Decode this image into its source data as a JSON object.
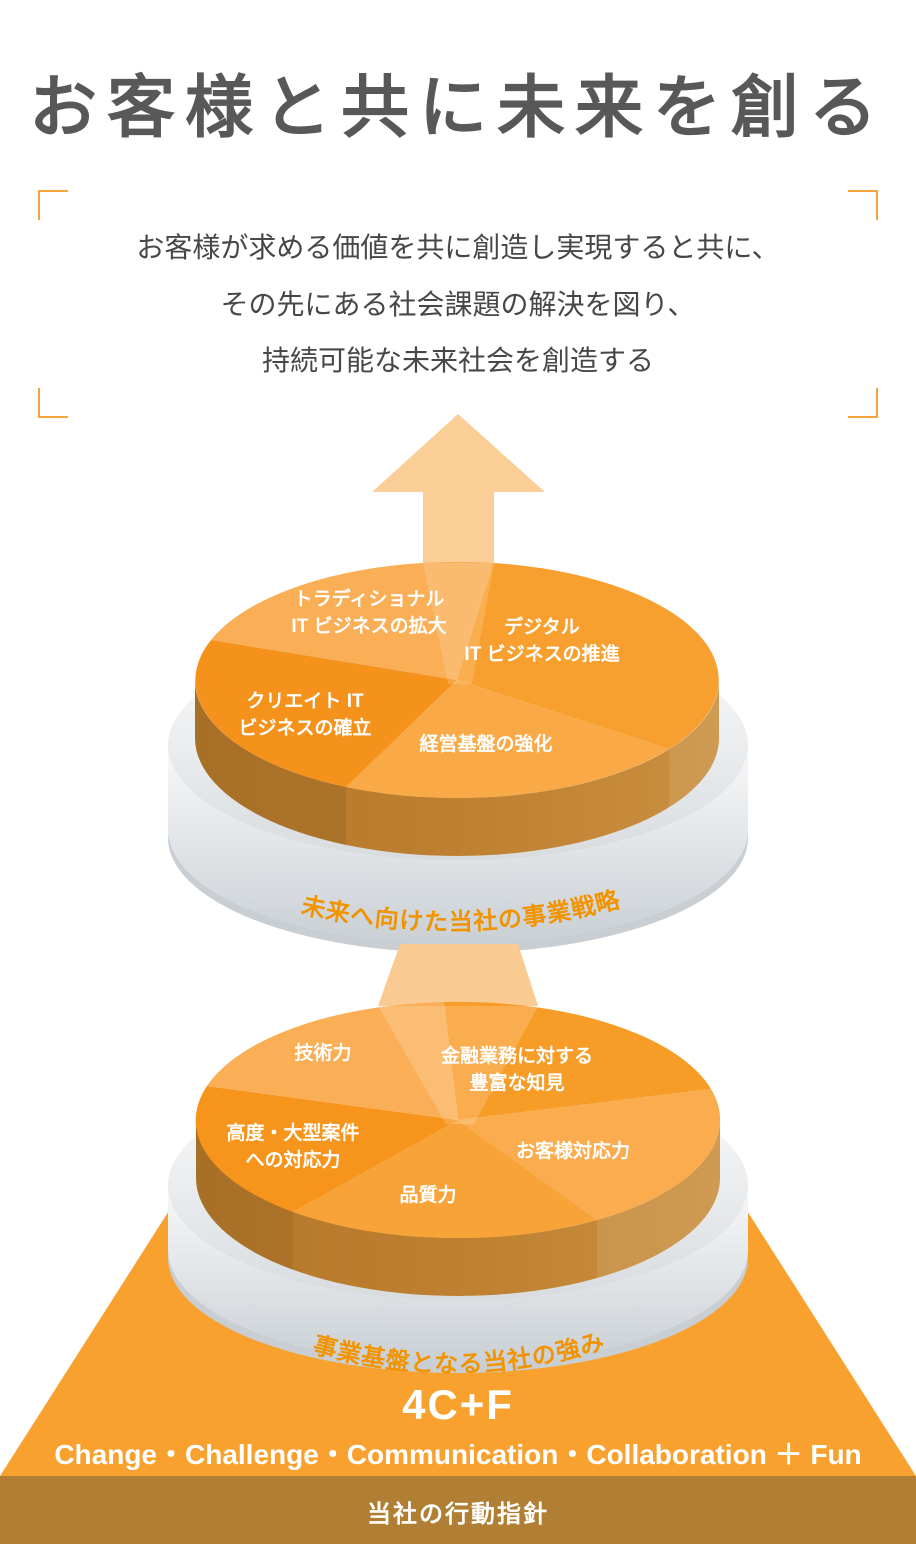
{
  "title": "お客様と共に未来を創る",
  "vision": {
    "lines": [
      "お客様が求める価値を共に創造し実現すると共に、",
      "その先にある社会課題の解決を図り、",
      "持続可能な未来社会を創造する"
    ]
  },
  "strategy": {
    "caption": "未来へ向けた当社の事業戦略",
    "segments": [
      {
        "name": "traditional-it",
        "label": "トラディショナル\nIT ビジネスの拡大",
        "color": "#FAAE55"
      },
      {
        "name": "digital-it",
        "label": "デジタル\nIT ビジネスの推進",
        "color": "#F8A02F"
      },
      {
        "name": "create-it",
        "label": "クリエイト IT\nビジネスの確立",
        "color": "#F5921C"
      },
      {
        "name": "management-base",
        "label": "経営基盤の強化",
        "color": "#F9A946"
      }
    ]
  },
  "strengths": {
    "caption": "事業基盤となる当社の強み",
    "segments": [
      {
        "name": "technology",
        "label": "技術力",
        "color": "#FAAE55"
      },
      {
        "name": "financial-knowledge",
        "label": "金融業務に対する\n豊富な知見",
        "color": "#F89C28"
      },
      {
        "name": "customer-response",
        "label": "お客様対応力",
        "color": "#FAAC4E"
      },
      {
        "name": "quality",
        "label": "品質力",
        "color": "#F8A337"
      },
      {
        "name": "large-projects",
        "label": "高度・大型案件\nへの対応力",
        "color": "#F6941B"
      }
    ]
  },
  "foundation": {
    "heading": "4C+F",
    "values": "Change・Challenge・Communication・Collaboration ＋ Fun",
    "caption": "当社の行動指針"
  },
  "colors": {
    "accent_orange": "#F29400",
    "pyramid": "#F8A12E",
    "base_bar": "#B17F33",
    "beam": "#F9CA92",
    "arrow": "#FBCE97",
    "title_gray": "#595757",
    "text_gray": "#474747"
  }
}
